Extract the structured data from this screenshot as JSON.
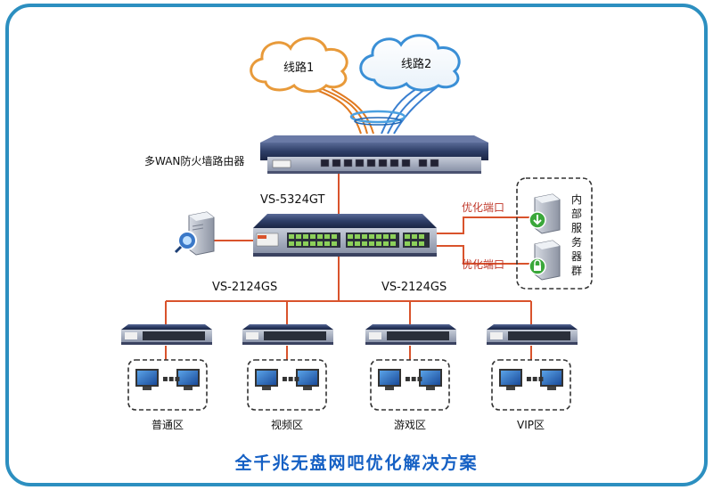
{
  "clouds": [
    "线路1",
    "线路2"
  ],
  "router": {
    "label": "多WAN防火墙路由器"
  },
  "core_switch": {
    "model": "VS-5324GT"
  },
  "optimize_ports": [
    "优化端口",
    "优化端口"
  ],
  "server_group": {
    "label": "内部服务器群"
  },
  "access_switch_models": [
    "VS-2124GS",
    "VS-2124GS"
  ],
  "zones": [
    "普通区",
    "视频区",
    "游戏区",
    "VIP区"
  ],
  "title": "全千兆无盘网吧优化解决方案",
  "colors": {
    "border": "#2c8fc0",
    "link": "#d9532c",
    "title": "#1560c4",
    "fiber_orange": "#e07a20",
    "fiber_blue": "#3a7fd0",
    "device_body": "#2d3d66"
  },
  "icons": [
    "cloud-icon",
    "router-icon",
    "switch-icon",
    "server-icon",
    "monitor-icon",
    "magnifier-icon",
    "arrow-down-icon",
    "lock-icon"
  ]
}
